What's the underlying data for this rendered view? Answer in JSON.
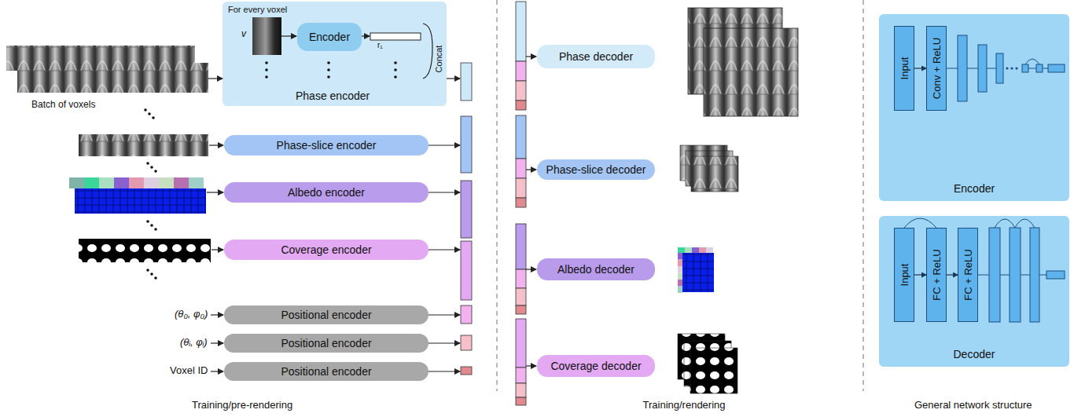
{
  "diagram": {
    "nodes": [
      {
        "text": [
          "For every voxel",
          "Phase encoder"
        ]
      },
      {
        "text": [
          "Encoder"
        ],
        "in": 0
      },
      {
        "text": [
          "Phase-slice encoder"
        ]
      },
      {
        "text": [
          "Albedo encoder"
        ]
      },
      {
        "text": [
          "Coverage encoder"
        ]
      },
      {
        "text": [
          "Positional encoder"
        ]
      },
      {
        "text": [
          "Positional encoder"
        ]
      },
      {
        "text": [
          "Positional encoder"
        ]
      },
      {
        "text": [
          "Phase decoder"
        ]
      },
      {
        "text": [
          "Phase-slice decoder"
        ]
      },
      {
        "text": [
          "Albedo decoder"
        ]
      },
      {
        "text": [
          "Coverage decoder"
        ]
      },
      {
        "text": [
          "Encoder"
        ]
      },
      {
        "text": [
          "Input"
        ],
        "in": 12
      },
      {
        "text": [
          "Conv + ReLU"
        ],
        "in": 12
      },
      {
        "text": [
          "Decoder"
        ]
      },
      {
        "text": [
          "Input"
        ],
        "in": 15
      },
      {
        "text": [
          "FC + ReLU"
        ],
        "in": 15
      },
      {
        "text": [
          "FC + ReLU"
        ],
        "in": 15
      }
    ],
    "edges": [
      {
        "from": 13,
        "to": 14,
        "arrow": "to"
      },
      {
        "from": 16,
        "to": 17,
        "arrow": "to"
      },
      {
        "from": 17,
        "to": 18,
        "arrow": "to"
      }
    ],
    "labels": [
      "v",
      "Batch of voxels",
      "r₁",
      "Concat",
      "(θ₀, φ₀)",
      "(θᵢ, φᵢ)",
      "Voxel ID",
      "Training/pre-rendering",
      "Training/rendering",
      "General network structure"
    ]
  }
}
